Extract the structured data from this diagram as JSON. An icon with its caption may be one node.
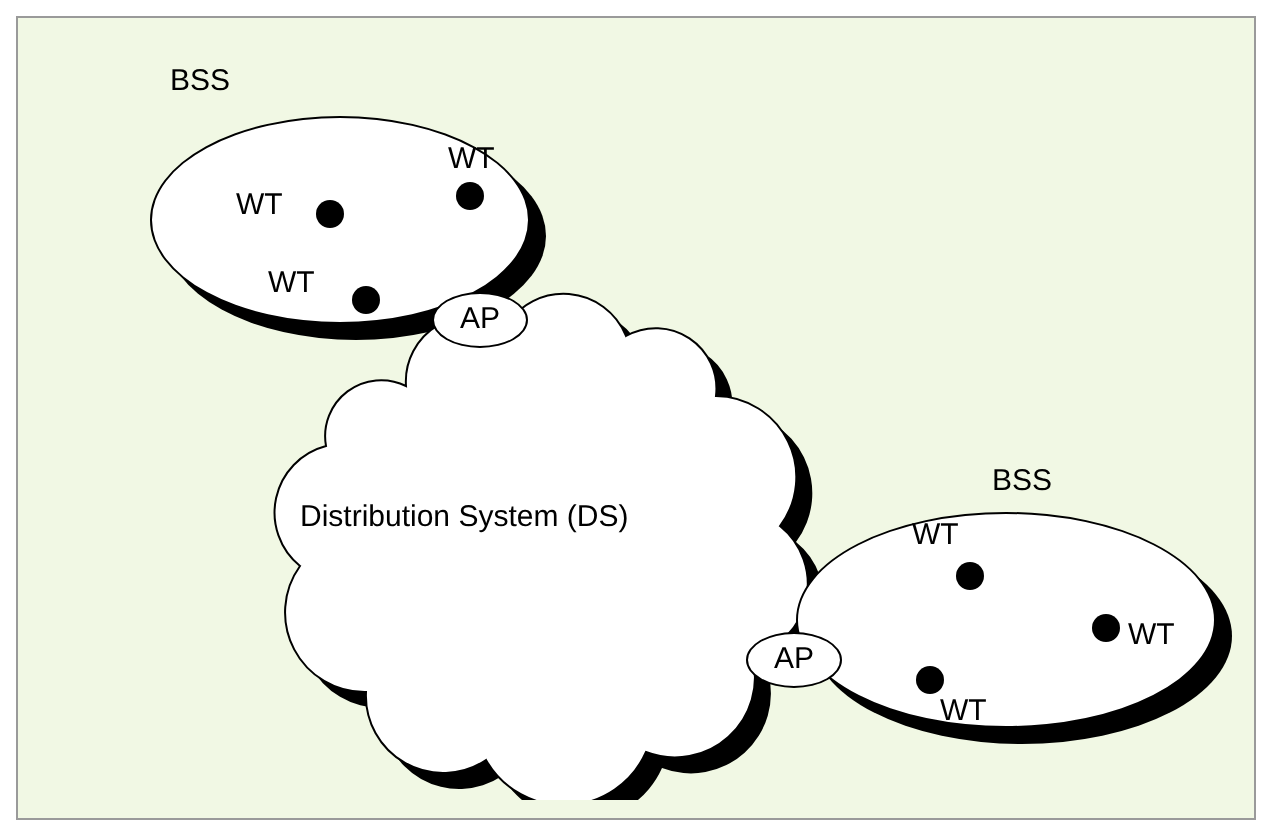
{
  "diagram": {
    "nodes": [
      {
        "text": [
          "BSS"
        ]
      },
      {
        "text": [
          "WT"
        ],
        "in": 0
      },
      {
        "text": [
          "WT"
        ],
        "in": 0
      },
      {
        "text": [
          "WT"
        ],
        "in": 0
      },
      {
        "text": [
          "AP"
        ]
      },
      {
        "text": [
          "Distribution System (DS)"
        ]
      },
      {
        "text": [
          "BSS"
        ]
      },
      {
        "text": [
          "WT"
        ],
        "in": 6
      },
      {
        "text": [
          "WT"
        ],
        "in": 6
      },
      {
        "text": [
          "WT"
        ],
        "in": 6
      },
      {
        "text": [
          "AP"
        ]
      }
    ]
  }
}
